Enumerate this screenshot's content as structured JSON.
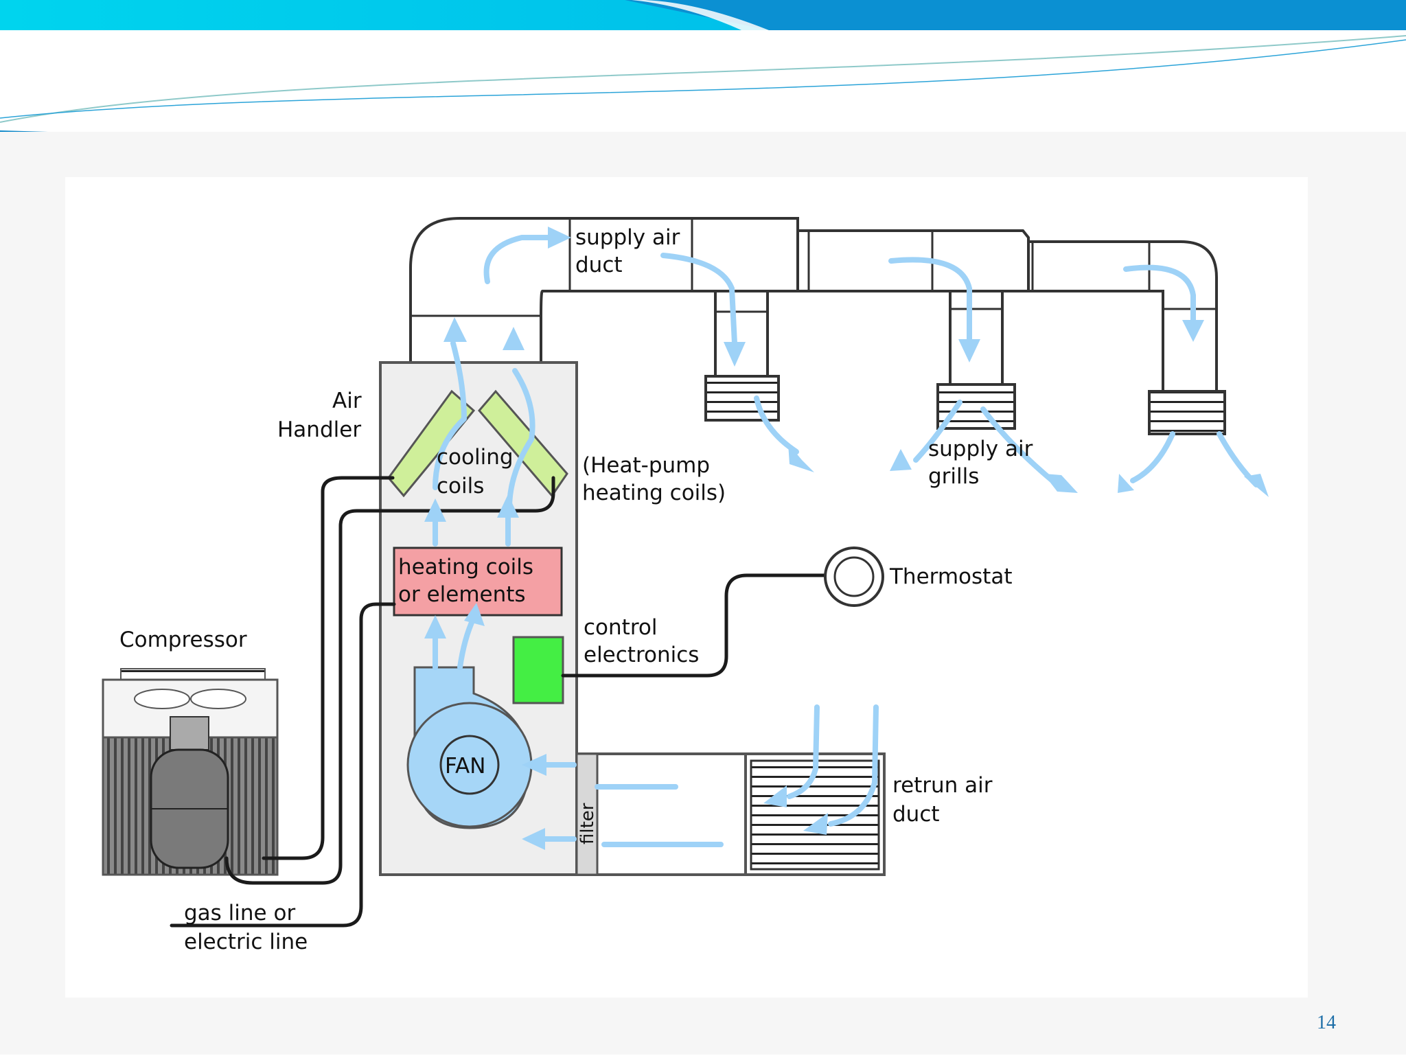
{
  "slide": {
    "page_number": "14",
    "colors": {
      "banner": "#00b8e6",
      "banner_dark": "#0a8fd4",
      "air_flow": "#9ed2f7",
      "cooling_coil": "#cfef9a",
      "heating_coil": "#f4a0a4",
      "control_box": "#44ee44",
      "fan": "#a6d6f7"
    }
  },
  "diagram": {
    "labels": {
      "supply_air_duct_1": "supply air",
      "supply_air_duct_2": "duct",
      "air_handler_1": "Air",
      "air_handler_2": "Handler",
      "cooling_coils_1": "cooling",
      "cooling_coils_2": "coils",
      "heat_pump_1": "(Heat-pump",
      "heat_pump_2": "heating coils)",
      "supply_grills_1": "supply air",
      "supply_grills_2": "grills",
      "heating_coils_1": "heating coils",
      "heating_coils_2": "or elements",
      "thermostat": "Thermostat",
      "control_1": "control",
      "control_2": "electronics",
      "compressor": "Compressor",
      "fan": "FAN",
      "filter": "filter",
      "return_duct_1": "retrun air",
      "return_duct_2": "duct",
      "gas_line_1": "gas line or",
      "gas_line_2": "electric line"
    }
  }
}
